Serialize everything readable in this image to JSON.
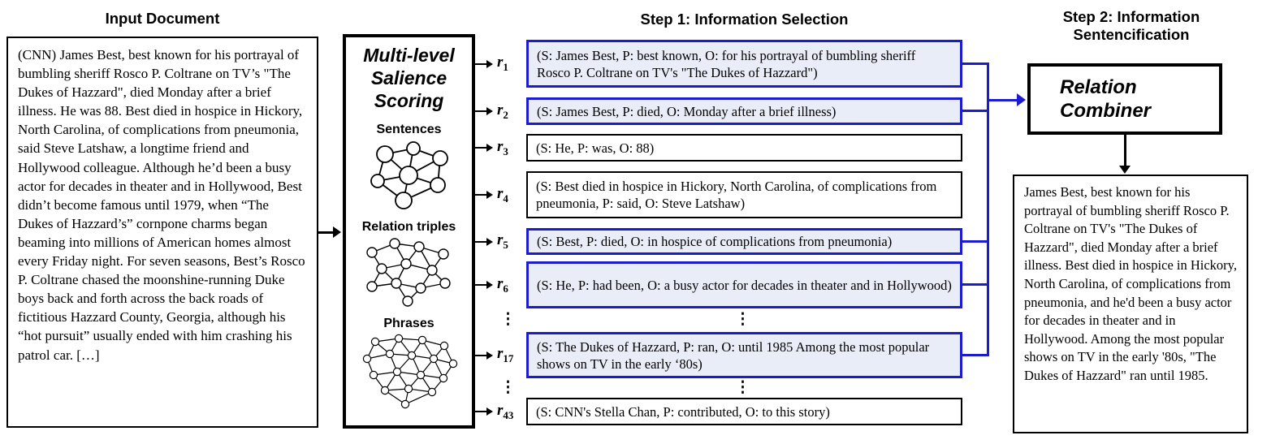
{
  "colors": {
    "accent_blue": "#1b1bd0",
    "selected_fill": "#e9edf8"
  },
  "input_document": {
    "title": "Input Document",
    "text": "(CNN) James Best, best known for his portrayal of bumbling sheriff Rosco P. Coltrane on TV’s \"The Dukes of Hazzard\", died Monday after a brief illness. He was 88. Best died in hospice in Hickory, North Carolina, of complications from pneumonia, said Steve Latshaw, a longtime friend and Hollywood colleague. Although he’d been a busy actor for decades in theater and in Hollywood, Best didn’t become famous until 1979, when “The Dukes of Hazzard’s” cornpone charms began beaming into millions of American homes almost every Friday night. For seven seasons, Best’s Rosco P. Coltrane chased the moonshine-running Duke boys back and forth across the back roads of fictitious Hazzard County, Georgia, although his “hot pursuit” usually ended with him crashing his patrol car. […]"
  },
  "scoring": {
    "title_lines": [
      "Multi-level",
      "Salience",
      "Scoring"
    ],
    "levels": [
      "Sentences",
      "Relation triples",
      "Phrases"
    ]
  },
  "step1": {
    "title": "Step 1: Information Selection",
    "dots": "⋮",
    "items": [
      {
        "label": "r",
        "sub": "1",
        "selected": true,
        "text": "(S: James Best, P: best known, O: for his portrayal of bumbling sheriff Rosco P. Coltrane on TV's \"The Dukes of Hazzard\")"
      },
      {
        "label": "r",
        "sub": "2",
        "selected": true,
        "text": "(S: James Best, P: died, O: Monday after a brief illness)"
      },
      {
        "label": "r",
        "sub": "3",
        "selected": false,
        "text": "(S: He, P: was, O: 88)"
      },
      {
        "label": "r",
        "sub": "4",
        "selected": false,
        "text": "(S: Best died in hospice in Hickory, North Carolina, of complications from pneumonia, P: said, O: Steve Latshaw)"
      },
      {
        "label": "r",
        "sub": "5",
        "selected": true,
        "text": "(S: Best, P: died, O: in hospice of complications from pneumonia)"
      },
      {
        "label": "r",
        "sub": "6",
        "selected": true,
        "text": "(S: He, P: had been, O: a busy actor for decades in theater and in Hollywood)"
      },
      {
        "label": "r",
        "sub": "17",
        "selected": true,
        "text": "(S: The Dukes of Hazzard, P: ran, O: until 1985 Among the most popular shows on TV in the early ‘80s)"
      },
      {
        "label": "r",
        "sub": "43",
        "selected": false,
        "text": "(S: CNN's Stella Chan, P: contributed, O: to this story)"
      }
    ]
  },
  "step2": {
    "title_lines": [
      "Step 2: Information",
      "Sentencification"
    ],
    "combiner_lines": [
      "Relation",
      "Combiner"
    ],
    "output_text": "James Best, best known for his portrayal of bumbling sheriff Rosco P. Coltrane on TV's \"The Dukes of Hazzard\", died Monday after a brief illness. Best died in hospice in Hickory, North Carolina, of complications from pneumonia, and he'd been a busy actor for decades in theater and in Hollywood. Among the most popular shows on TV in the early '80s, \"The Dukes of Hazzard\" ran until 1985."
  }
}
